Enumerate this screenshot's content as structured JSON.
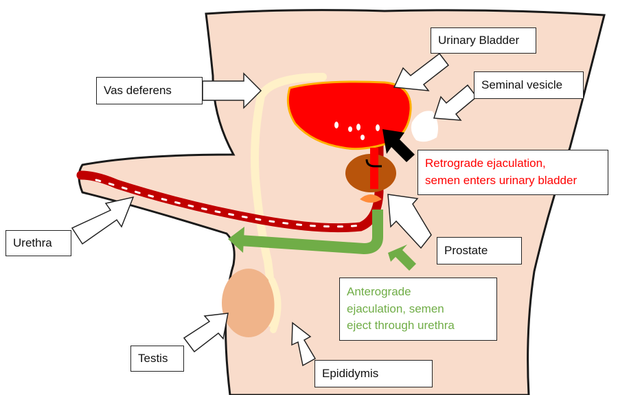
{
  "labels": {
    "urinary_bladder": "Urinary Bladder",
    "seminal_vesicle": "Seminal vesicle",
    "vas_deferens": "Vas deferens",
    "retrograde_line1": "Retrograde ejaculation,",
    "retrograde_line2": "semen enters urinary bladder",
    "urethra": "Urethra",
    "prostate": "Prostate",
    "anterograde_line1": "Anterograde",
    "anterograde_line2": "ejaculation, semen",
    "anterograde_line3": "eject through urethra",
    "testis": "Testis",
    "epididymis": "Epididymis"
  },
  "colors": {
    "body": "#f9dccb",
    "outline": "#1a1a1a",
    "bladder": "#ff0000",
    "bladder_rim": "#ffae00",
    "urethra": "#c00000",
    "prostate": "#b8540b",
    "vas_deferens": "#fff1c8",
    "testis": "#f0b48a",
    "seminal_vesicle": "#ffffff",
    "retrograde_text": "#ff0000",
    "anterograde_text": "#70ad47",
    "anterograde_arrow": "#70ad47",
    "retrograde_arrow": "#000000",
    "pointer_arrow": "#ffffff"
  }
}
